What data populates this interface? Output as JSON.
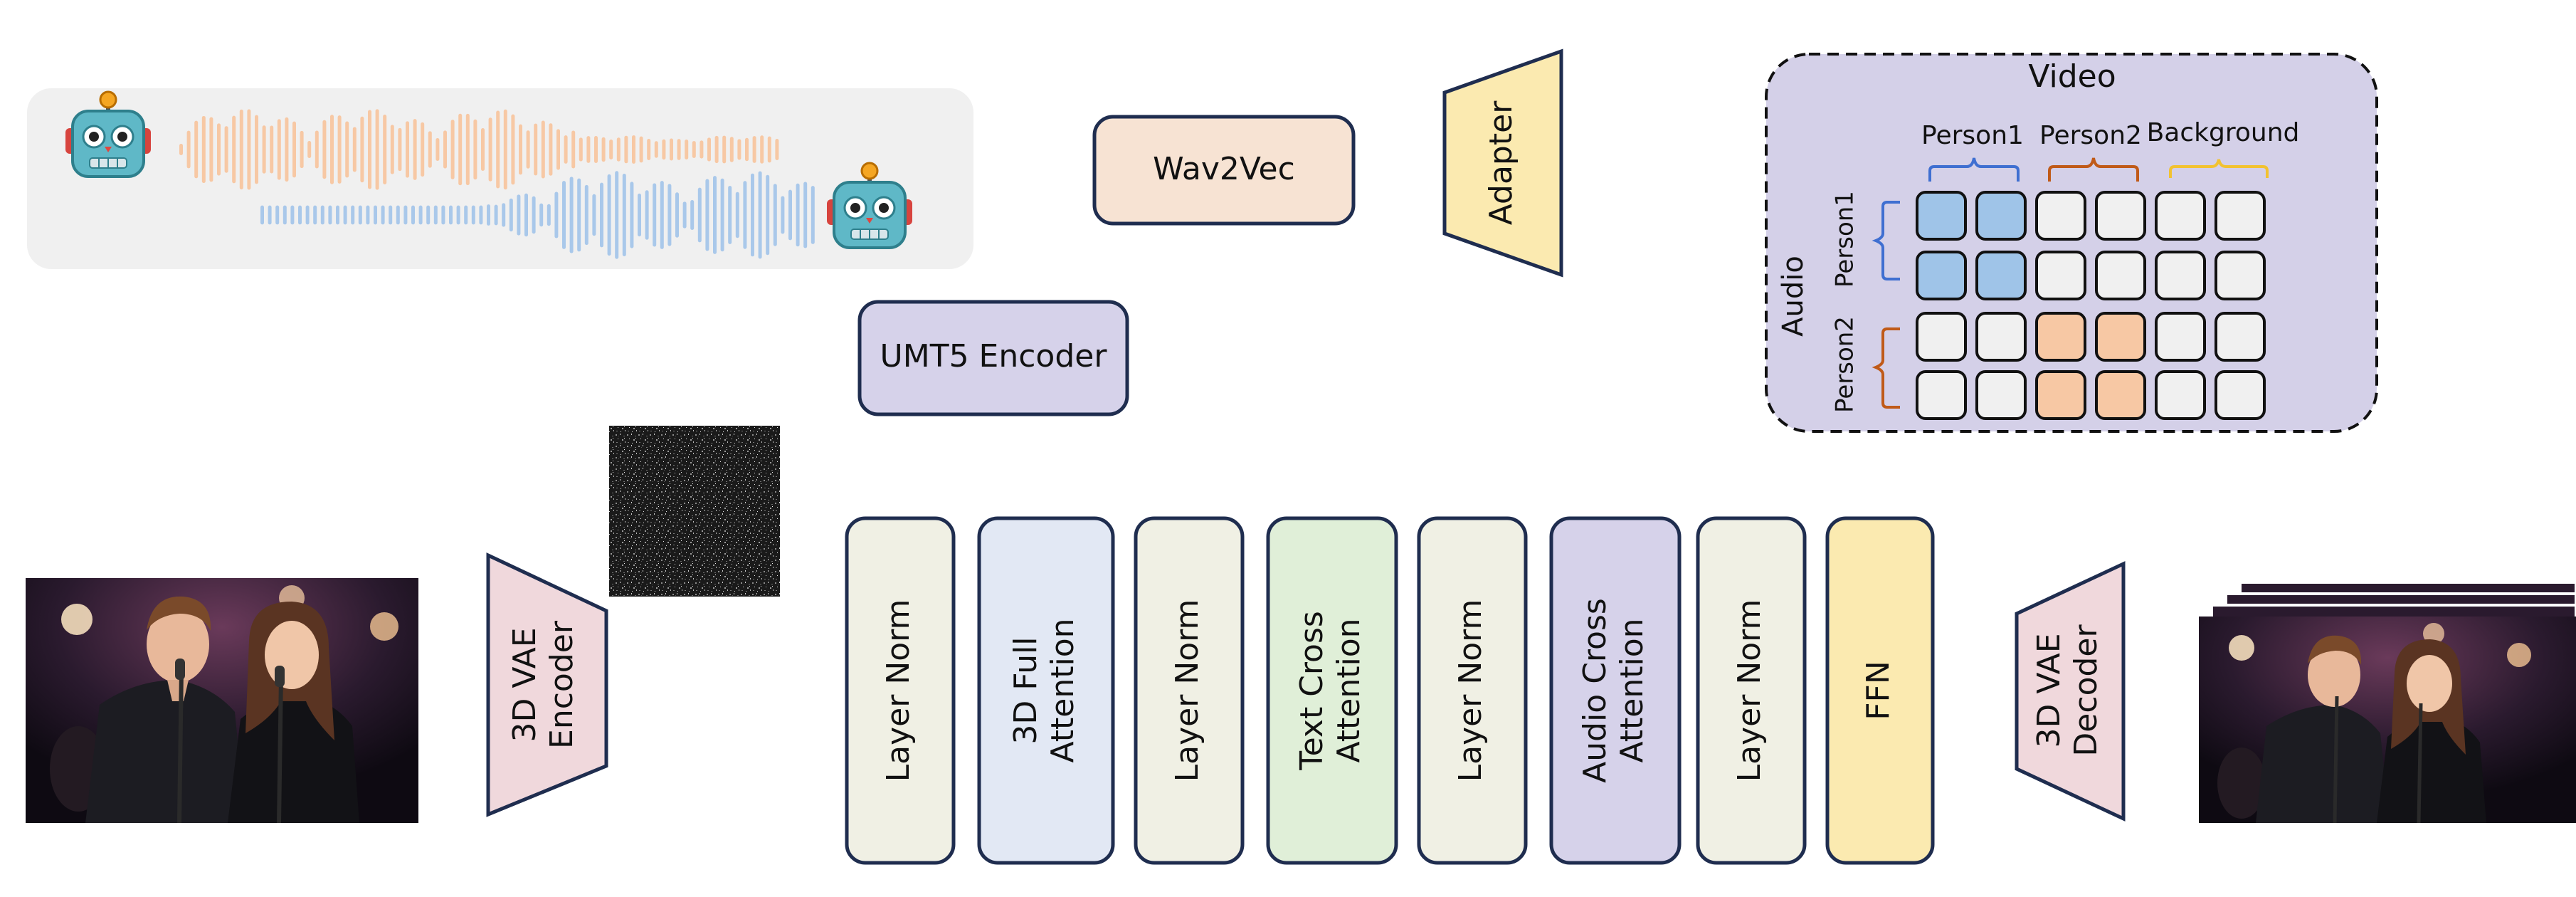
{
  "audio_panel": {
    "speaker_1": "robot-speaker-1",
    "speaker_2": "robot-speaker-2"
  },
  "modules": {
    "wav2vec": "Wav2Vec",
    "adapter": "Adapter",
    "umt5": "UMT5 Encoder",
    "vae_encoder": [
      "3D VAE",
      "Encoder"
    ],
    "vae_decoder": [
      "3D VAE",
      "Decoder"
    ]
  },
  "mask_panel": {
    "title": "Video",
    "col_person1": "Person1",
    "col_person2": "Person2",
    "col_background": "Background",
    "row_group": "Audio",
    "row_person1": "Person1",
    "row_person2": "Person2",
    "grid": [
      [
        "blue",
        "blue",
        "gray",
        "gray",
        "gray",
        "gray"
      ],
      [
        "blue",
        "blue",
        "gray",
        "gray",
        "gray",
        "gray"
      ],
      [
        "gray",
        "gray",
        "orange",
        "orange",
        "gray",
        "gray"
      ],
      [
        "gray",
        "gray",
        "orange",
        "orange",
        "gray",
        "gray"
      ]
    ]
  },
  "blocks": [
    {
      "lines": [
        "Layer Norm"
      ]
    },
    {
      "lines": [
        "3D Full",
        "Attention"
      ]
    },
    {
      "lines": [
        "Layer Norm"
      ]
    },
    {
      "lines": [
        "Text Cross",
        "Attention"
      ]
    },
    {
      "lines": [
        "Layer Norm"
      ]
    },
    {
      "lines": [
        "Audio Cross",
        "Attention"
      ]
    },
    {
      "lines": [
        "Layer Norm"
      ]
    },
    {
      "lines": [
        "FFN"
      ]
    }
  ],
  "colors": {
    "wav2vec": "#f7e3d3",
    "adapter": "#fbeab0",
    "umt5": "#d6d2ea",
    "mask_panel": "#d4d0e8",
    "vae": "#f0d8dc",
    "layer_norm": "#f0f0e4",
    "full_attention": "#e2e8f4",
    "text_cross": "#e0efd8",
    "audio_cross": "#d6d2ea",
    "ffn": "#fbeab0",
    "cell_blue": "#9fc4e8",
    "cell_orange": "#f7c8a4",
    "cell_gray": "#f0f0f0",
    "wave_orange": "#f7c8a4",
    "wave_blue": "#a9c8ea",
    "brace_blue": "#3f6fd1",
    "brace_orange": "#c05a18",
    "brace_yellow": "#f2c230"
  }
}
